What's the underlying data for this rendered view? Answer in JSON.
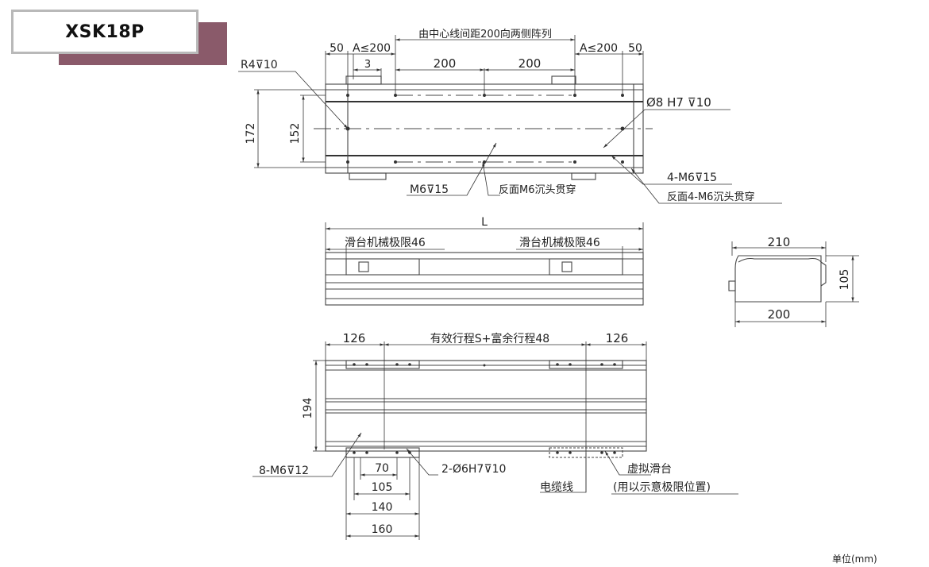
{
  "model": "XSK18P",
  "unit_label": "单位(mm)",
  "top_view": {
    "center_note": "由中心线间距200向两侧阵列",
    "dim_50_left": "50",
    "dim_a_left": "A≤200",
    "dim_3": "3",
    "dim_200_a": "200",
    "dim_200_b": "200",
    "dim_a_right": "A≤200",
    "dim_50_right": "50",
    "radius": "R4⊽10",
    "height_172": "172",
    "height_152": "152",
    "dowel": "Ø8 H7 ⊽10",
    "m6_label": "M6⊽15",
    "m6_reverse": "反面M6沉头贯穿",
    "m6_4_label": "4-M6⊽15",
    "m6_4_reverse": "反面4-M6沉头贯穿"
  },
  "side_view": {
    "length": "L",
    "limit_left": "滑台机械极限46",
    "limit_right": "滑台机械极限46"
  },
  "section_view": {
    "width_top": "210",
    "width_bottom": "200",
    "height": "105"
  },
  "bottom_view": {
    "dim_126_left": "126",
    "stroke_note": "有效行程S+富余行程48",
    "dim_126_right": "126",
    "height_194": "194",
    "m6_8": "8-M6⊽12",
    "pin_6": "2-Ø6H7⊽10",
    "dim_70": "70",
    "dim_105": "105",
    "dim_140": "140",
    "dim_160": "160",
    "cable": "电缆线",
    "virtual_slide": "虚拟滑台",
    "virtual_note": "(用以示意极限位置)"
  }
}
